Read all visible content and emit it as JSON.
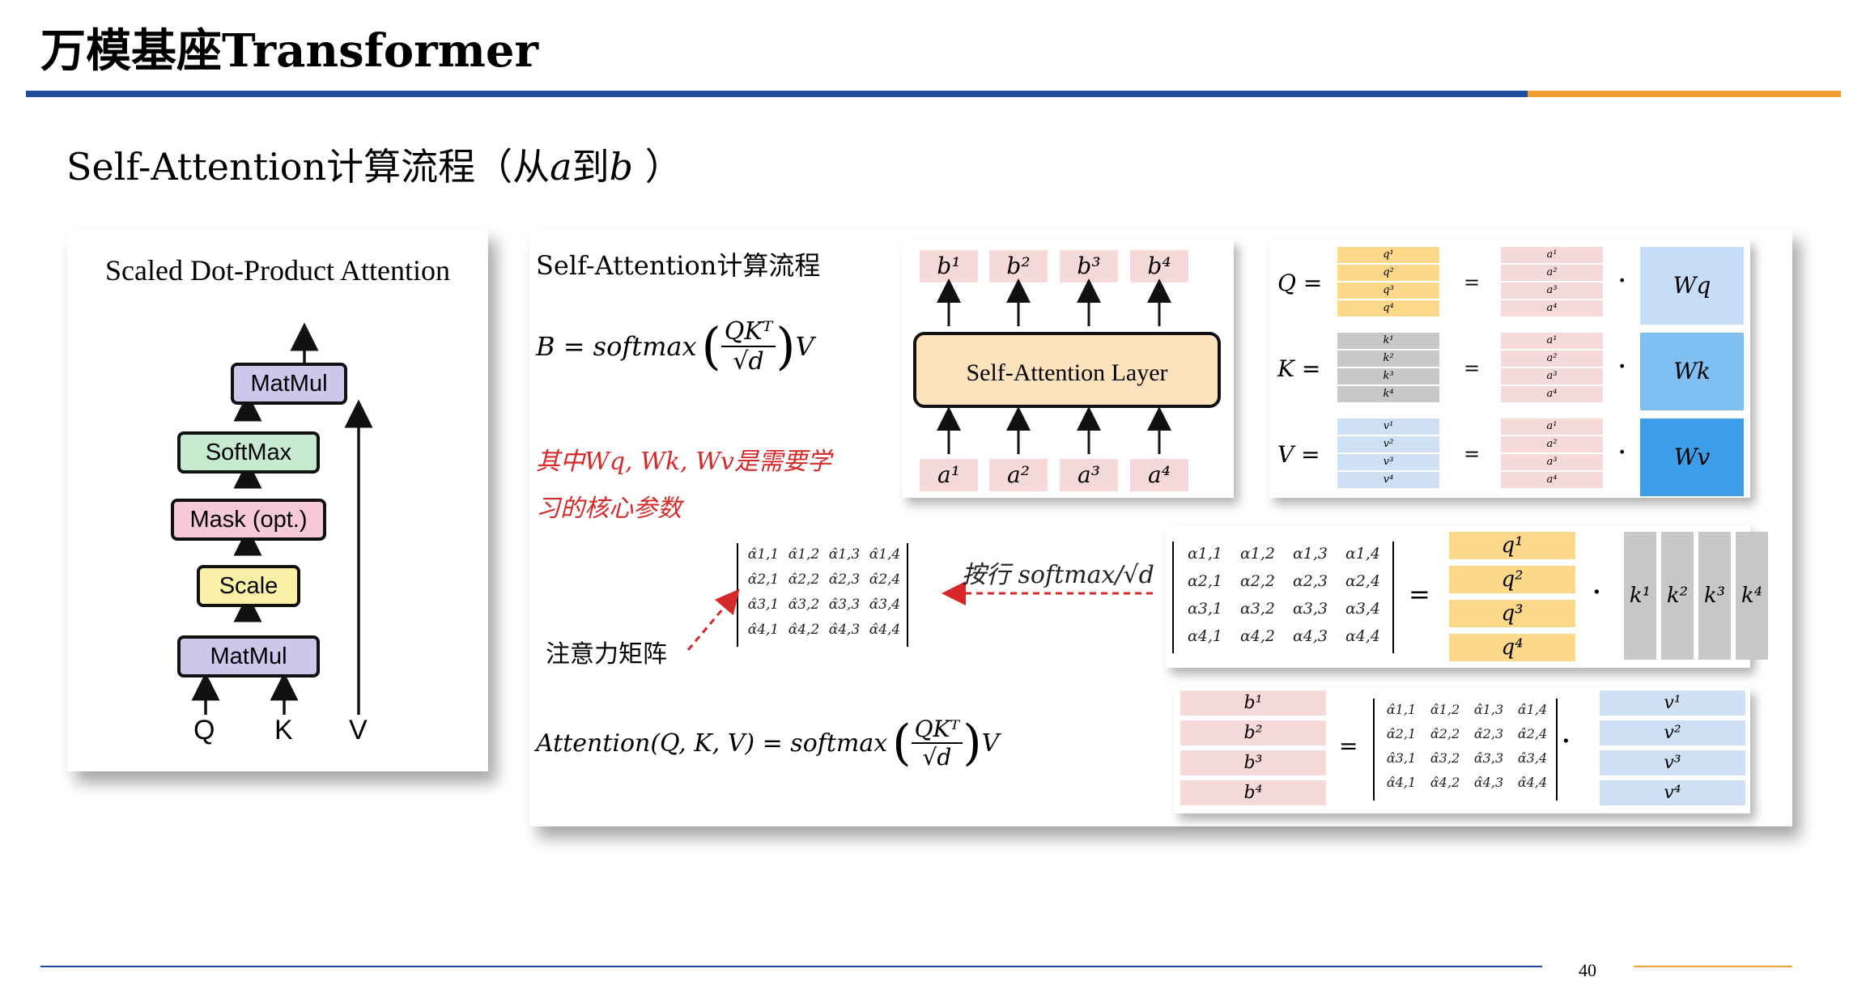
{
  "slide": {
    "title": "万模基座Transformer",
    "subtitle_pre": "Self-Attention计算流程（从",
    "subtitle_a": "a",
    "subtitle_mid": "到",
    "subtitle_b": "b",
    "subtitle_post": " ）",
    "page_number": "40"
  },
  "sdpa": {
    "title": "Scaled Dot-Product Attention",
    "blocks": {
      "matmul_top": "MatMul",
      "softmax": "SoftMax",
      "mask": "Mask (opt.)",
      "scale": "Scale",
      "matmul_bottom": "MatMul"
    },
    "inputs": [
      "Q",
      "K",
      "V"
    ],
    "colors": {
      "matmul": "#cfc6ec",
      "softmax": "#c6ead0",
      "mask": "#f6c9d6",
      "scale": "#f9f0a8"
    }
  },
  "main": {
    "heading": "Self-Attention计算流程",
    "formula_b": "B = softmax",
    "formula_frac_num": "QKᵀ",
    "formula_frac_den": "√d",
    "formula_tail": "V",
    "note_line1": "其中Wq, Wk, Wv是需要学",
    "note_line2": "习的核心参数",
    "attention_label": "注意力矩阵",
    "softmax_label": "按行 softmax/√d",
    "attention_formula": "Attention(Q, K, V) = softmax",
    "layer": {
      "label": "Self-Attention Layer",
      "outputs": [
        "b¹",
        "b²",
        "b³",
        "b⁴"
      ],
      "inputs": [
        "a¹",
        "a²",
        "a³",
        "a⁴"
      ]
    },
    "qkv": {
      "labels": [
        "Q =",
        "K =",
        "V ="
      ],
      "q_rows": [
        "q¹",
        "q²",
        "q³",
        "q⁴"
      ],
      "k_rows": [
        "k¹",
        "k²",
        "k³",
        "k⁴"
      ],
      "v_rows": [
        "v¹",
        "v²",
        "v³",
        "v⁴"
      ],
      "a_rows": [
        "a¹",
        "a²",
        "a³",
        "a⁴"
      ],
      "eq": "=",
      "dot": "·",
      "weights": [
        "Wq",
        "Wk",
        "Wv"
      ],
      "colors": {
        "q": "#fcd98a",
        "k": "#c8c8c8",
        "v": "#cfe0f5",
        "a": "#f6dada",
        "wq": "#c6dcf7",
        "wk": "#7fbff2",
        "wv": "#3d9de8"
      }
    },
    "hat_matrix": [
      [
        "α̂1,1",
        "α̂1,2",
        "α̂1,3",
        "α̂1,4"
      ],
      [
        "α̂2,1",
        "α̂2,2",
        "α̂2,3",
        "α̂2,4"
      ],
      [
        "α̂3,1",
        "α̂3,2",
        "α̂3,3",
        "α̂3,4"
      ],
      [
        "α̂4,1",
        "α̂4,2",
        "α̂4,3",
        "α̂4,4"
      ]
    ],
    "alpha_matrix": [
      [
        "α1,1",
        "α1,2",
        "α1,3",
        "α1,4"
      ],
      [
        "α2,1",
        "α2,2",
        "α2,3",
        "α2,4"
      ],
      [
        "α3,1",
        "α3,2",
        "α3,3",
        "α3,4"
      ],
      [
        "α4,1",
        "α4,2",
        "α4,3",
        "α4,4"
      ]
    ],
    "score_q": [
      "q¹",
      "q²",
      "q³",
      "q⁴"
    ],
    "score_k": [
      "k¹",
      "k²",
      "k³",
      "k⁴"
    ],
    "output_b": [
      "b¹",
      "b²",
      "b³",
      "b⁴"
    ],
    "output_v": [
      "v¹",
      "v²",
      "v³",
      "v⁴"
    ]
  }
}
